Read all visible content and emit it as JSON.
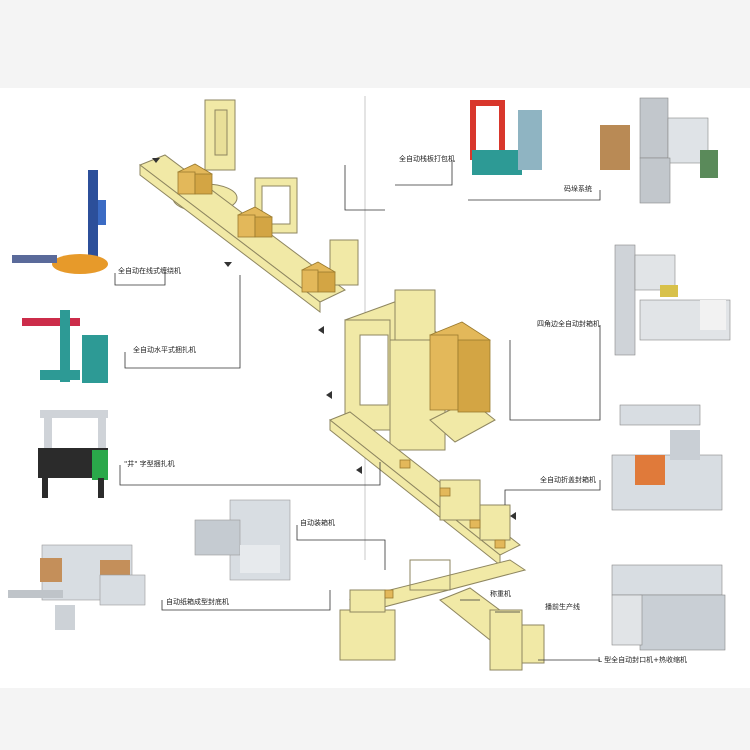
{
  "labels": {
    "wrapping_machine": "全自动在线式缠绕机",
    "horizontal_strapping": "全自动水平式捆扎机",
    "cross_strapping": "\"井\" 字型捆扎机",
    "case_erector": "自动纸箱成型封底机",
    "case_packer": "自动装箱机",
    "pallet_strapping": "全自动栈板打包机",
    "palletizing": "码垛系统",
    "four_corner_sealer": "四角边全自动封箱机",
    "flap_sealer": "全自动折盖封箱机",
    "weighing": "称重机",
    "production_line": "播前生产线",
    "l_sealer": "L 型全自动封口机+热收缩机"
  },
  "colors": {
    "conveyor": "#f1e9a6",
    "conveyor_stroke": "#8e8660",
    "box": "#e3b85a",
    "machine_blue": "#2c4f9a",
    "machine_teal": "#2d9a95",
    "machine_grey": "#cfd3d8",
    "leader": "#333333"
  }
}
